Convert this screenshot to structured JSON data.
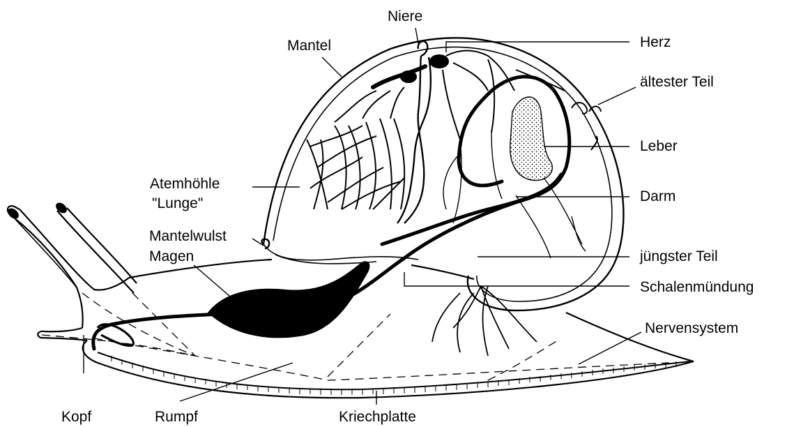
{
  "labels": {
    "niere": "Niere",
    "mantel": "Mantel",
    "herz": "Herz",
    "aeltester_teil": "ältester Teil",
    "leber": "Leber",
    "atemhoehle": "Atemhöhle",
    "lunge": "\"Lunge\"",
    "darm": "Darm",
    "mantelwulst": "Mantelwulst",
    "magen": "Magen",
    "juengster_teil": "jüngster Teil",
    "schalenmuendung": "Schalenmündung",
    "nervensystem": "Nervensystem",
    "kopf": "Kopf",
    "rumpf": "Rumpf",
    "kriechplatte": "Kriechplatte"
  },
  "colors": {
    "ink": "#000000",
    "paper": "#ffffff"
  }
}
